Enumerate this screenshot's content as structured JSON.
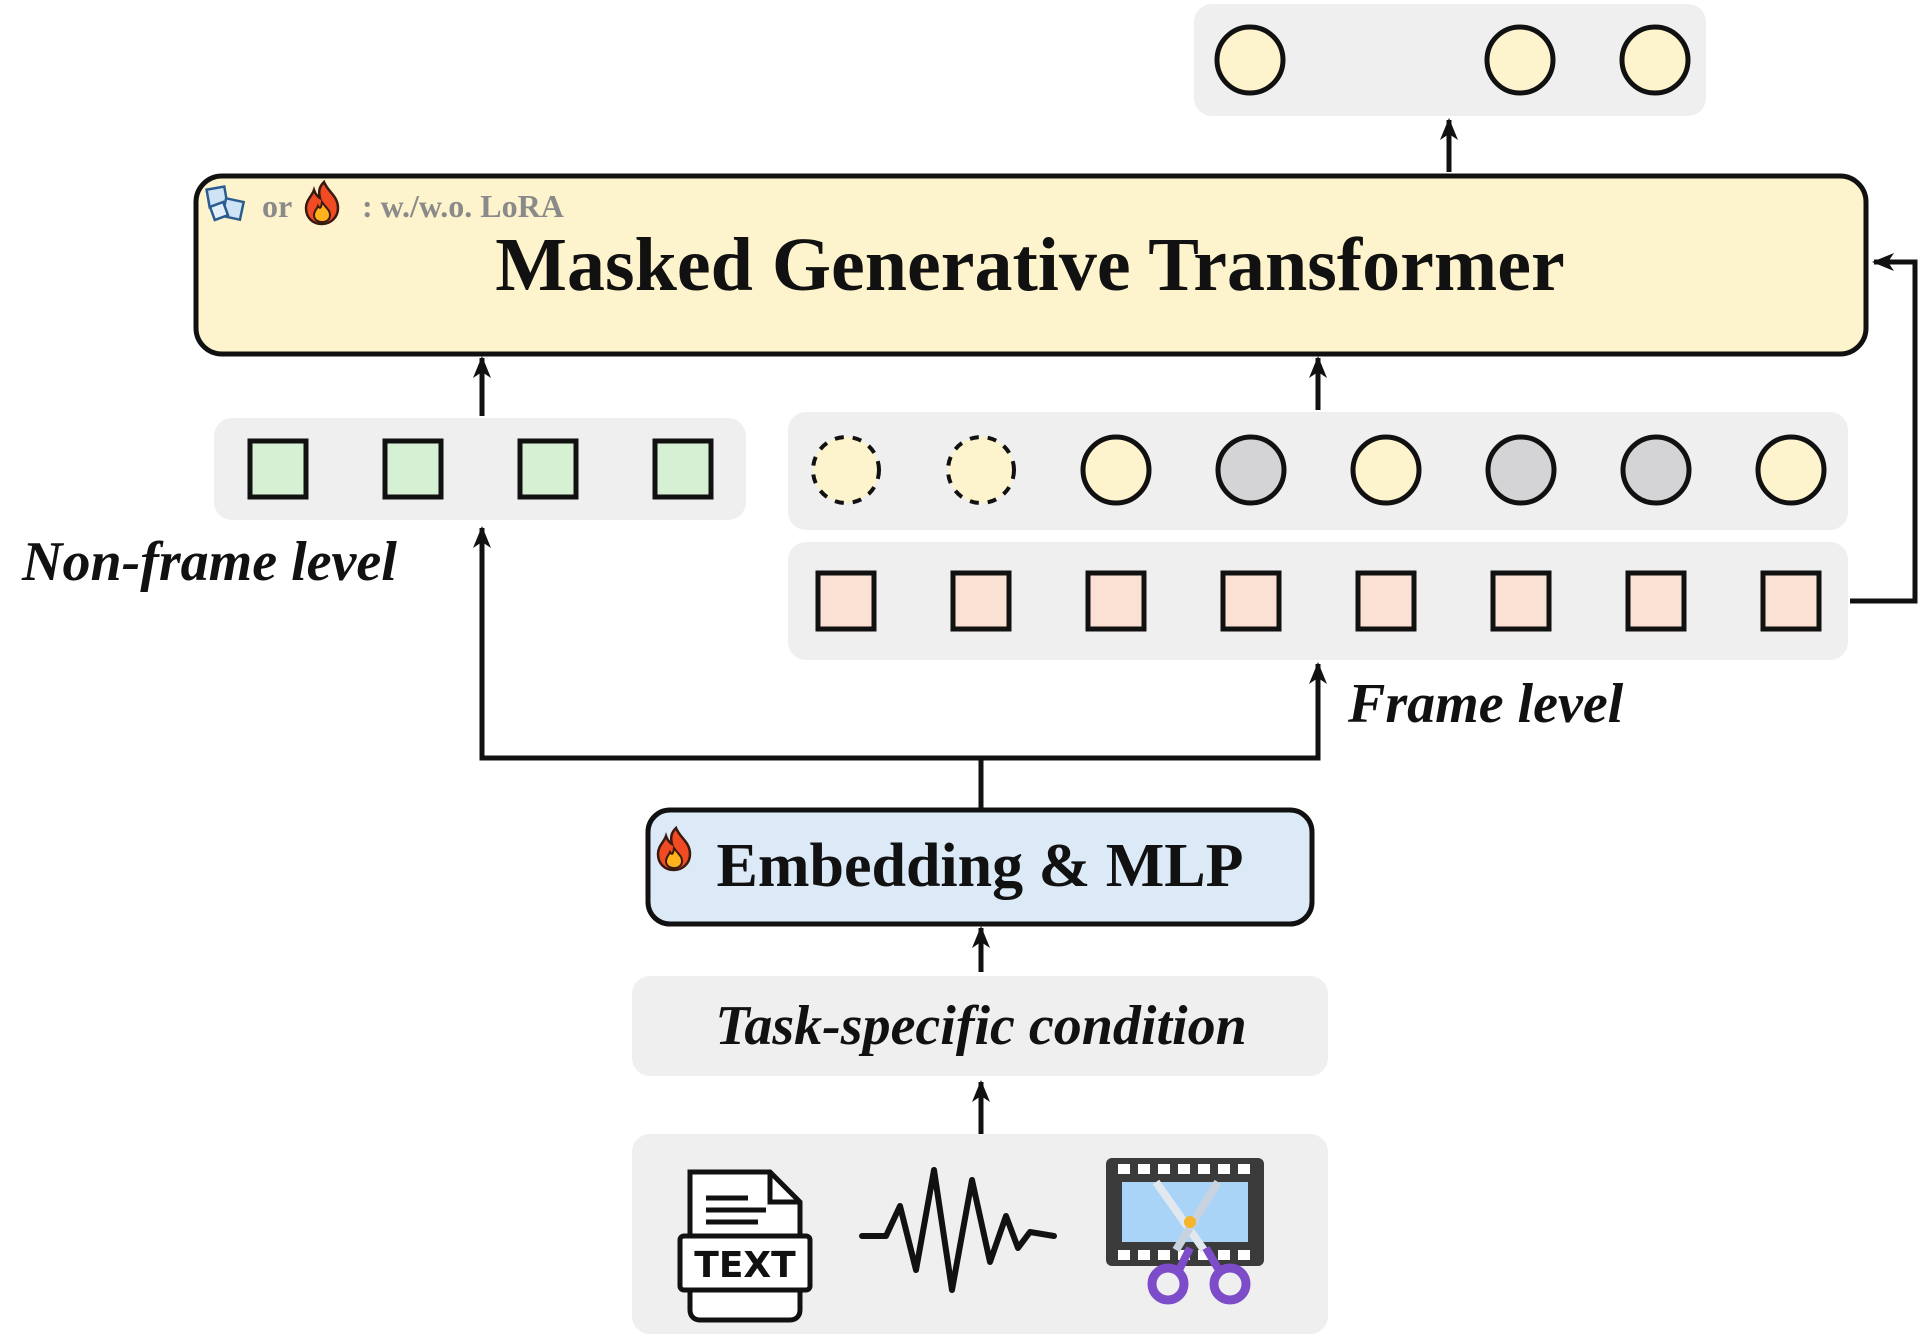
{
  "transformer": {
    "title": "Masked Generative Transformer",
    "legend_or": "or",
    "legend_text": ": w./w.o. LoRA",
    "frozen_icon": "ice-cubes-icon",
    "trainable_icon": "fire-icon"
  },
  "embedding": {
    "label": "Embedding & MLP",
    "icon": "fire-icon"
  },
  "condition": {
    "label": "Task-specific condition"
  },
  "inputs": {
    "text_icon_label": "TEXT",
    "text_icon": "text-document-icon",
    "audio_icon": "audio-waveform-icon",
    "video_icon": "film-strip-scissors-icon"
  },
  "labels": {
    "non_frame": "Non-frame level",
    "frame": "Frame level"
  },
  "tokens": {
    "non_frame_count": 4,
    "frame_count": 8,
    "frame_upper_states": [
      "masked",
      "masked",
      "visible",
      "unmasked",
      "visible",
      "unmasked",
      "unmasked",
      "visible"
    ],
    "output_positions": [
      0,
      2,
      3
    ]
  },
  "colors": {
    "transformer_fill": "#fdf3cc",
    "embedding_fill": "#dceaf7",
    "panel_fill": "#efefef",
    "green_token": "#d5f0d2",
    "peach_token": "#fbe1d4",
    "yellow_token": "#fdf3cc",
    "gray_token": "#d4d4d6",
    "stroke": "#111111"
  }
}
